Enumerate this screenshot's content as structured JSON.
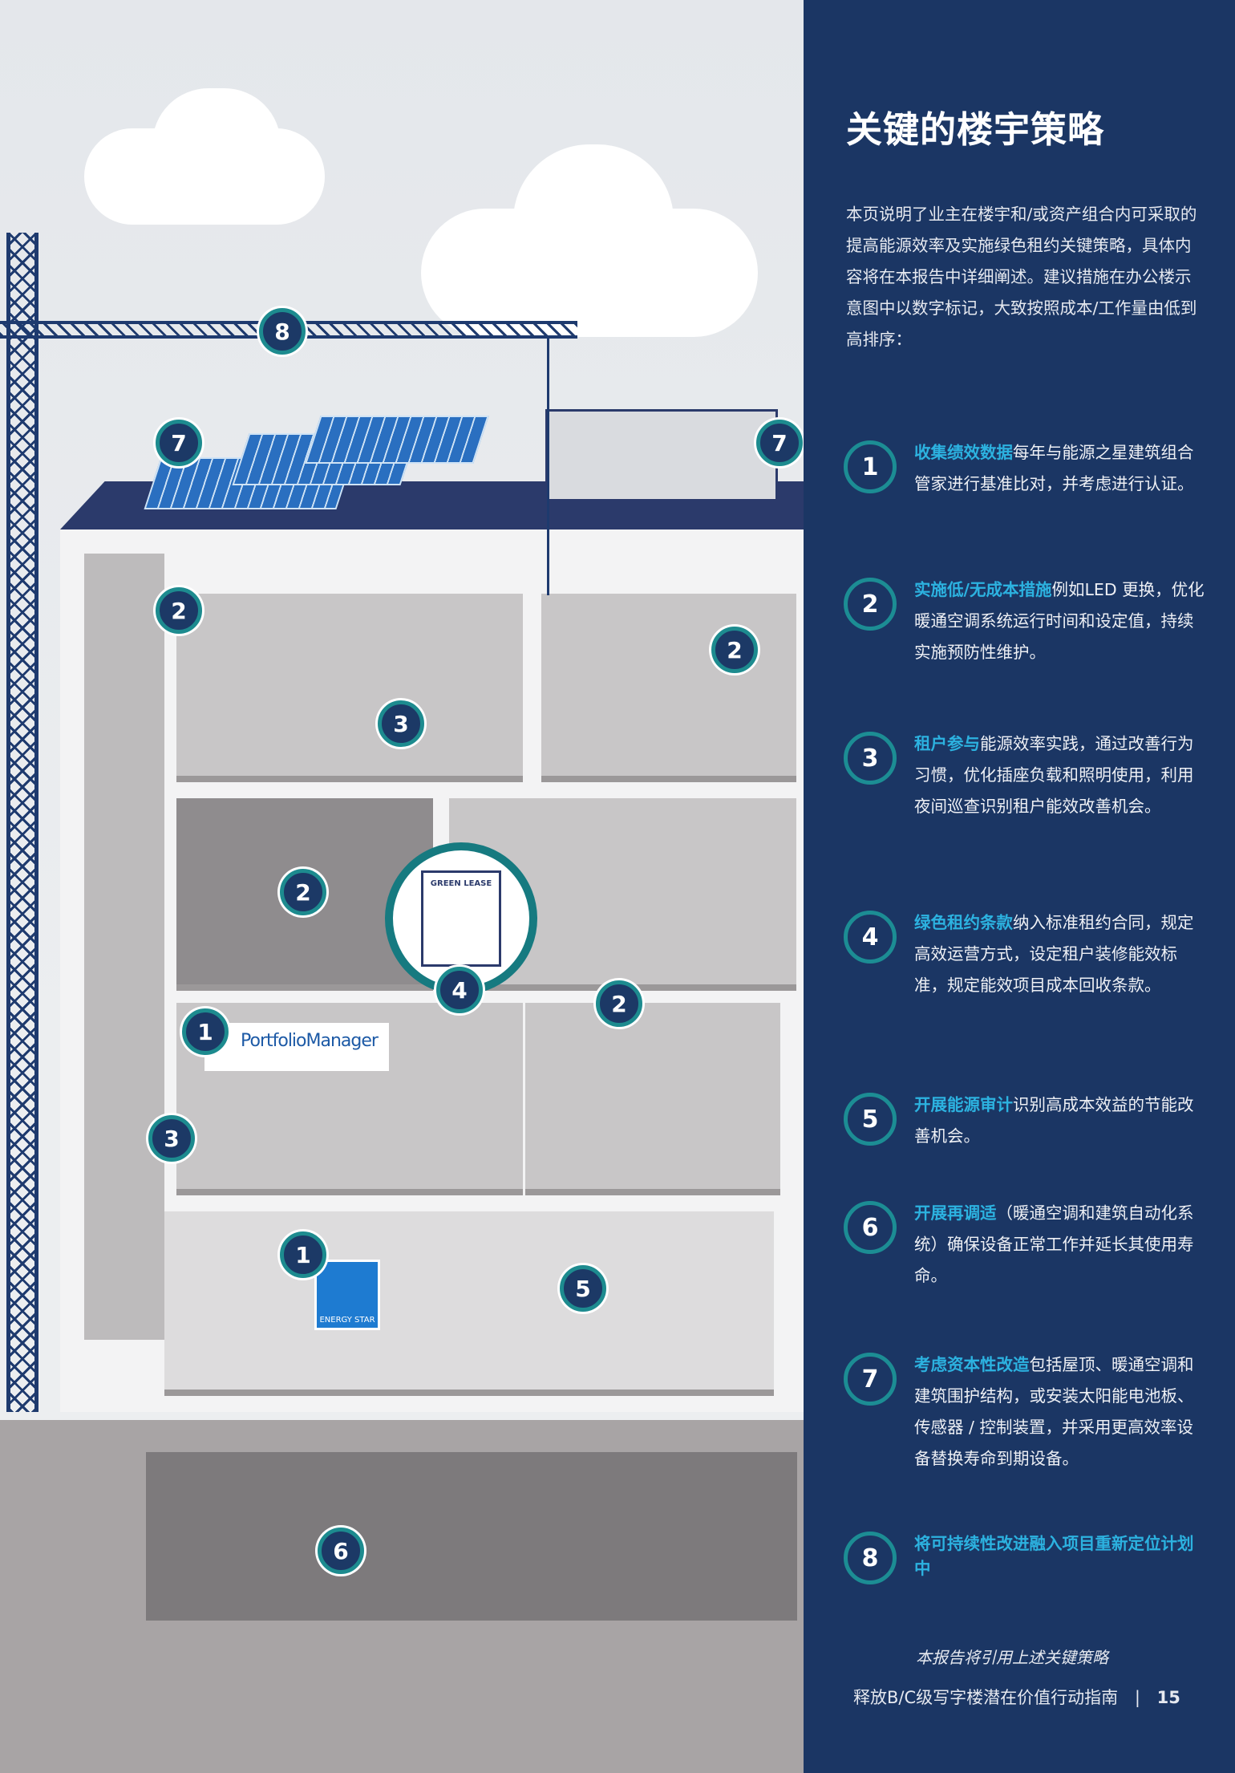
{
  "panel": {
    "title": "关键的楼宇策略",
    "intro": "本页说明了业主在楼宇和/或资产组合内可采取的提高能源效率及实施绿色租约关键策略，具体内容将在本报告中详细阐述。建议措施在办公楼示意图中以数字标记，大致按照成本/工作量由低到高排序：",
    "items": [
      {
        "num": "1",
        "highlight": "收集绩效数据",
        "text": "每年与能源之星建筑组合管家进行基准比对，并考虑进行认证。"
      },
      {
        "num": "2",
        "highlight": "实施低/无成本措施",
        "text": "例如LED 更换，优化暖通空调系统运行时间和设定值，持续实施预防性维护。"
      },
      {
        "num": "3",
        "highlight": "租户参与",
        "text": "能源效率实践，通过改善行为习惯，优化插座负载和照明使用，利用夜间巡查识别租户能效改善机会。"
      },
      {
        "num": "4",
        "highlight": "绿色租约条款",
        "text": "纳入标准租约合同，规定高效运营方式，设定租户装修能效标准，规定能效项目成本回收条款。"
      },
      {
        "num": "5",
        "highlight": "开展能源审计",
        "text": "识别高成本效益的节能改善机会。"
      },
      {
        "num": "6",
        "highlight": "开展再调适",
        "text": "（暖通空调和建筑自动化系统）确保设备正常工作并延长其使用寿命。"
      },
      {
        "num": "7",
        "highlight": "考虑资本性改造",
        "text": "包括屋顶、暖通空调和建筑围护结构，或安装太阳能电池板、传感器 / 控制装置，并采用更高效率设备替换寿命到期设备。"
      },
      {
        "num": "8",
        "highlight": "将可持续性改进融入项目重新定位计划中",
        "text": ""
      }
    ],
    "note": "本报告将引用上述关键策略",
    "footer": "释放B/C级写字楼潜在价值行动指南",
    "separator": "|",
    "page_number": "15"
  },
  "illustration": {
    "green_lease_label": "GREEN LEASE",
    "portfolio_manager_label": "PortfolioManager",
    "energy_star_label": "ENERGY STAR",
    "markers": [
      "8",
      "7",
      "7",
      "2",
      "3",
      "2",
      "2",
      "4",
      "2",
      "1",
      "3",
      "1",
      "5",
      "6"
    ]
  },
  "colors": {
    "panel_bg": "#1b3664",
    "highlight": "#2cb2e0",
    "ring": "#1c8d94"
  }
}
